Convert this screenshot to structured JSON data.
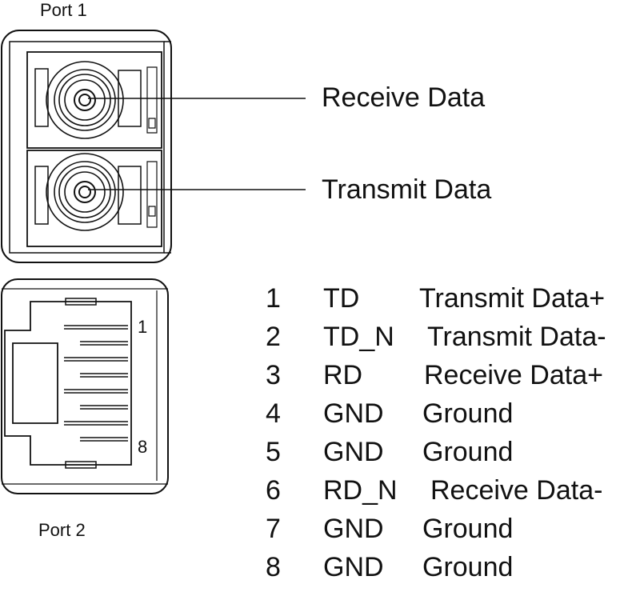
{
  "port1": {
    "title": "Port 1",
    "callouts": [
      "Receive Data",
      "Transmit Data"
    ]
  },
  "port2": {
    "title": "Port 2",
    "pin_first": "1",
    "pin_last": "8"
  },
  "pin_table": [
    {
      "pin": "1",
      "signal": "TD",
      "description": "Transmit Data+"
    },
    {
      "pin": "2",
      "signal": "TD_N",
      "description": "Transmit Data-"
    },
    {
      "pin": "3",
      "signal": "RD",
      "description": "Receive Data+"
    },
    {
      "pin": "4",
      "signal": "GND",
      "description": "Ground"
    },
    {
      "pin": "5",
      "signal": "GND",
      "description": "Ground"
    },
    {
      "pin": "6",
      "signal": "RD_N",
      "description": "Receive Data-"
    },
    {
      "pin": "7",
      "signal": "GND",
      "description": "Ground"
    },
    {
      "pin": "8",
      "signal": "GND",
      "description": "Ground"
    }
  ]
}
